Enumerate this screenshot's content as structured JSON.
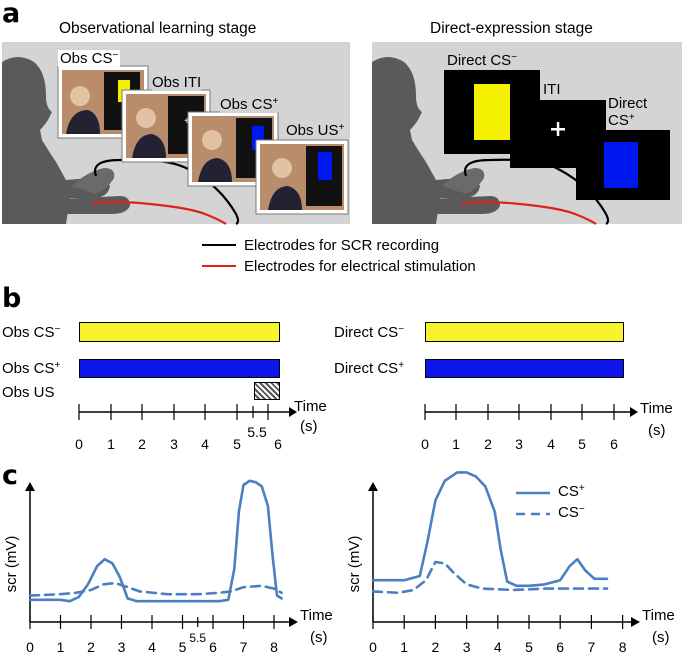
{
  "panel_a": {
    "letter": "a",
    "left_title": "Observational learning stage",
    "right_title": "Direct-expression stage",
    "obs_screens": [
      {
        "label": "Obs CS",
        "sup": "−"
      },
      {
        "label": "Obs ITI",
        "sup": ""
      },
      {
        "label": "Obs CS",
        "sup": "+"
      },
      {
        "label": "Obs US",
        "sup": "+"
      }
    ],
    "direct_screens": [
      {
        "label": "Direct CS",
        "sup": "−"
      },
      {
        "label": "ITI",
        "sup": ""
      },
      {
        "label": "Direct",
        "label2": "CS",
        "sup": "+"
      }
    ],
    "legend": [
      {
        "text": "Electrodes for SCR recording",
        "color": "#000000"
      },
      {
        "text": "Electrodes for electrical stimulation",
        "color": "#e0201b"
      }
    ],
    "colors": {
      "background": "#d4d4d4",
      "silhouette": "#5a5a5a",
      "cs_minus": "#f5f000",
      "cs_plus": "#0018f0"
    }
  },
  "panel_b": {
    "letter": "b",
    "left": {
      "rows": [
        {
          "label": "Obs CS",
          "sup": "−",
          "color": "#f7f32a",
          "start": 0,
          "end": 6
        },
        {
          "label": "Obs CS",
          "sup": "+",
          "color": "#0c16e8",
          "start": 0,
          "end": 6
        },
        {
          "label": "Obs US",
          "sup": "",
          "color": "hatched",
          "start": 5.5,
          "end": 6
        }
      ],
      "ticks": [
        "0",
        "1",
        "2",
        "3",
        "4",
        "5",
        "6"
      ],
      "extra_tick": "5.5",
      "axis_label": "Time",
      "axis_unit": "(s)"
    },
    "right": {
      "rows": [
        {
          "label": "Direct CS",
          "sup": "−",
          "color": "#f7f32a",
          "start": 0,
          "end": 6.2
        },
        {
          "label": "Direct CS",
          "sup": "+",
          "color": "#0c16e8",
          "start": 0,
          "end": 6.2
        }
      ],
      "ticks": [
        "0",
        "1",
        "2",
        "3",
        "4",
        "5",
        "6"
      ],
      "axis_label": "Time",
      "axis_unit": "(s)"
    }
  },
  "panel_c": {
    "letter": "c",
    "legend": [
      {
        "label": "CS",
        "sup": "+",
        "style": "solid"
      },
      {
        "label": "CS",
        "sup": "−",
        "style": "dashed"
      }
    ],
    "line_color": "#4a7fc1"
  },
  "chart_data": [
    {
      "type": "line",
      "title": "",
      "xlabel": "Time (s)",
      "ylabel": "scr (mV)",
      "xlim": [
        0,
        8.3
      ],
      "ylim": [
        0,
        1
      ],
      "x_ticks": [
        "0",
        "1",
        "2",
        "3",
        "4",
        "5",
        "6",
        "7",
        "8"
      ],
      "extra_tick": "5.5",
      "series": [
        {
          "name": "CS+",
          "style": "solid",
          "x": [
            0,
            0.5,
            1.0,
            1.3,
            1.6,
            1.9,
            2.2,
            2.45,
            2.7,
            2.95,
            3.2,
            3.5,
            4,
            5,
            5.8,
            6.2,
            6.5,
            6.7,
            6.85,
            7.0,
            7.2,
            7.4,
            7.6,
            7.8,
            7.95,
            8.1,
            8.25
          ],
          "y": [
            0.03,
            0.03,
            0.03,
            0.02,
            0.05,
            0.14,
            0.27,
            0.32,
            0.29,
            0.19,
            0.04,
            0.02,
            0.02,
            0.02,
            0.02,
            0.02,
            0.03,
            0.25,
            0.66,
            0.85,
            0.88,
            0.87,
            0.84,
            0.7,
            0.35,
            0.06,
            0.04
          ]
        },
        {
          "name": "CS−",
          "style": "dashed",
          "x": [
            0,
            1,
            1.5,
            2,
            2.4,
            2.8,
            3.2,
            3.6,
            4.5,
            5.5,
            6.2,
            6.6,
            7,
            7.6,
            8,
            8.25
          ],
          "y": [
            0.06,
            0.07,
            0.08,
            0.1,
            0.14,
            0.15,
            0.12,
            0.09,
            0.07,
            0.07,
            0.08,
            0.09,
            0.12,
            0.13,
            0.11,
            0.08
          ]
        }
      ]
    },
    {
      "type": "line",
      "title": "",
      "xlabel": "Time (s)",
      "ylabel": "scr (mV)",
      "xlim": [
        0,
        8.3
      ],
      "ylim": [
        0,
        1
      ],
      "x_ticks": [
        "0",
        "1",
        "2",
        "3",
        "4",
        "5",
        "6",
        "7",
        "8"
      ],
      "series": [
        {
          "name": "CS+",
          "style": "solid",
          "x": [
            0,
            1,
            1.5,
            1.75,
            2.0,
            2.3,
            2.7,
            3.0,
            3.3,
            3.6,
            3.9,
            4.1,
            4.3,
            4.6,
            5.0,
            5.5,
            6.0,
            6.3,
            6.55,
            6.8,
            7.1,
            7.5
          ],
          "y": [
            0.17,
            0.17,
            0.2,
            0.45,
            0.74,
            0.88,
            0.94,
            0.94,
            0.91,
            0.84,
            0.66,
            0.38,
            0.16,
            0.13,
            0.13,
            0.14,
            0.17,
            0.27,
            0.32,
            0.24,
            0.18,
            0.18
          ]
        },
        {
          "name": "CS−",
          "style": "dashed",
          "x": [
            0,
            0.8,
            1.3,
            1.7,
            2.0,
            2.3,
            2.6,
            3.0,
            3.5,
            4.5,
            5.5,
            6.5,
            7.5
          ],
          "y": [
            0.09,
            0.08,
            0.1,
            0.17,
            0.3,
            0.29,
            0.22,
            0.14,
            0.11,
            0.1,
            0.11,
            0.11,
            0.11
          ]
        }
      ]
    }
  ]
}
